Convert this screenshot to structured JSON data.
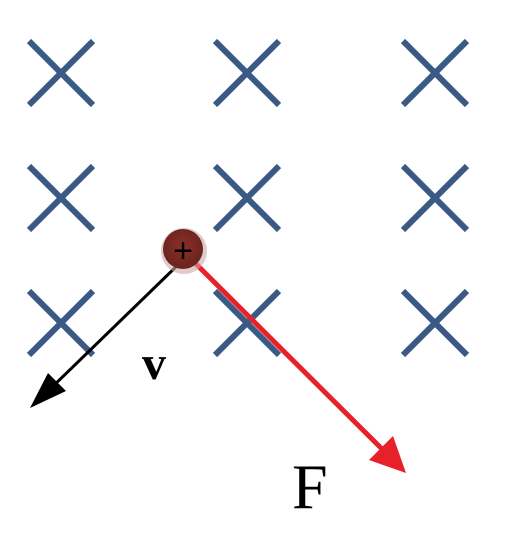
{
  "diagram": {
    "field_marks": {
      "symbol": "×",
      "rows": 3,
      "columns": 3,
      "color": "#3a5a85"
    },
    "charge": {
      "sign": "+",
      "color": "#7b2a22"
    },
    "velocity": {
      "label": "v",
      "color": "#000000"
    },
    "force": {
      "label": "F",
      "color": "#e8202a"
    }
  }
}
